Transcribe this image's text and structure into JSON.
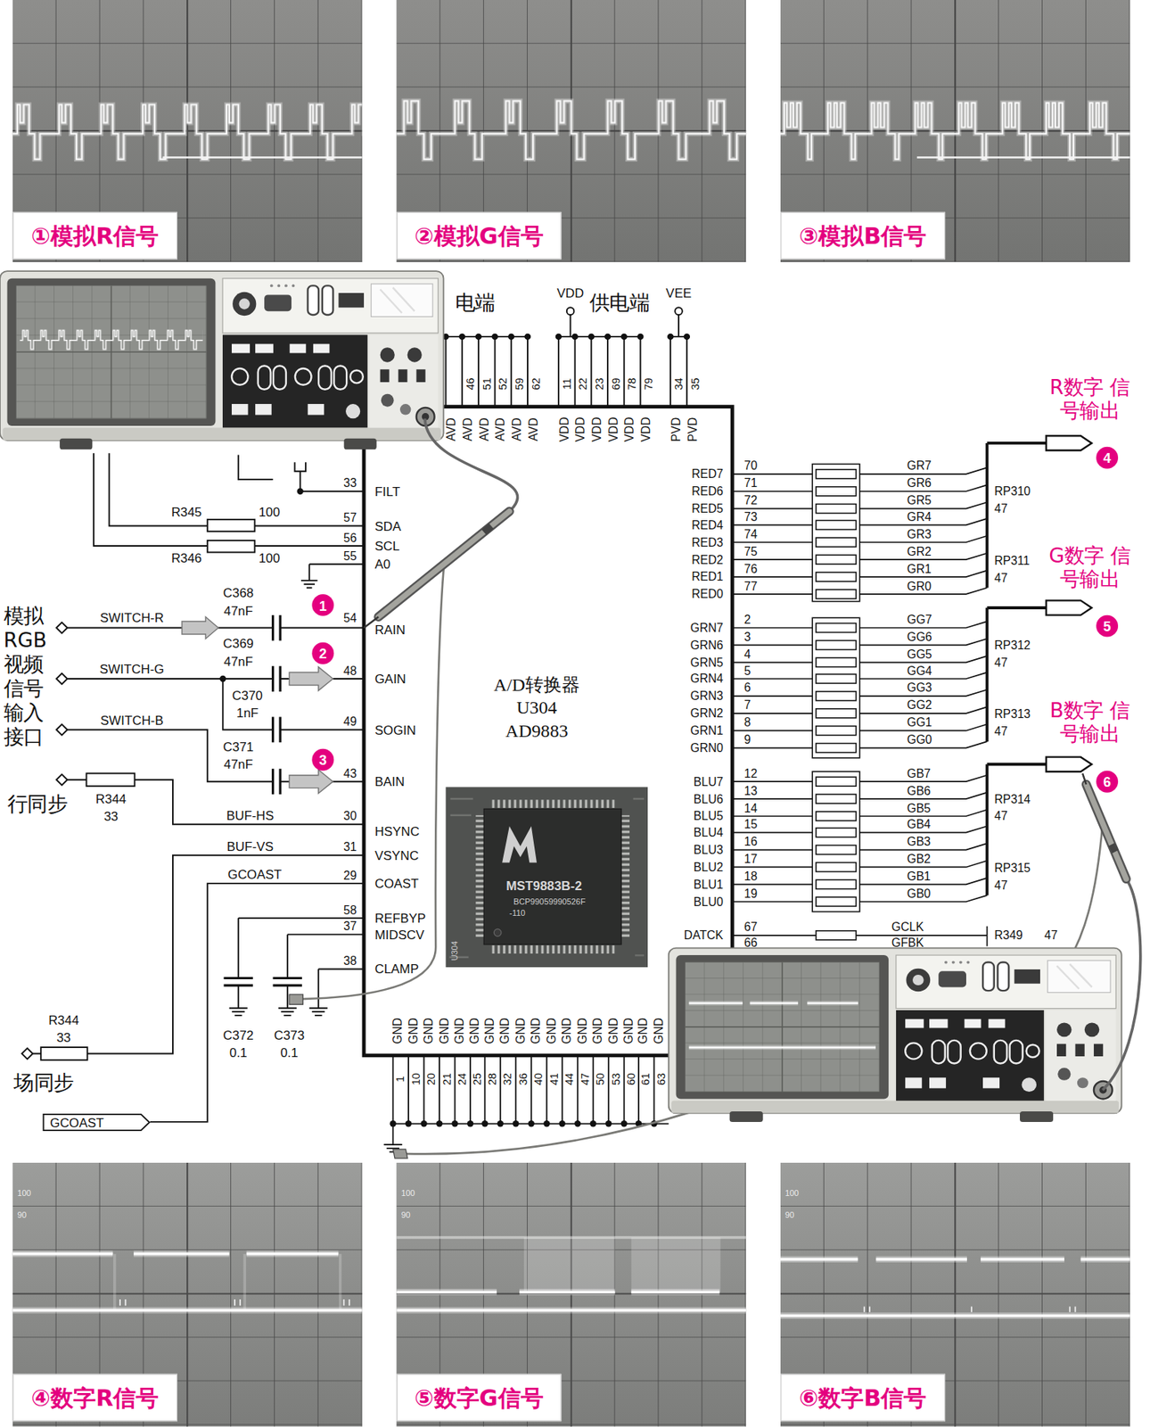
{
  "diagram": {
    "nodes": [
      {
        "text": [
          "①模拟R信号"
        ]
      },
      {
        "text": [
          "②模拟G信号"
        ]
      },
      {
        "text": [
          "③模拟B信号"
        ]
      },
      {
        "text": [
          "A/D转换器 U304 AD9883"
        ]
      },
      {
        "text": [
          "1"
        ]
      },
      {
        "text": [
          "2"
        ]
      },
      {
        "text": [
          "3"
        ]
      },
      {
        "text": [
          "4"
        ]
      },
      {
        "text": [
          "5"
        ]
      },
      {
        "text": [
          "6"
        ]
      },
      {
        "text": [
          "GCOAST"
        ]
      },
      {
        "text": [
          "④数字R信号"
        ]
      },
      {
        "text": [
          "⑤数字G信号"
        ]
      },
      {
        "text": [
          "⑥数字B信号"
        ]
      }
    ],
    "labels": [
      "电端",
      "46",
      "51",
      "52",
      "59",
      "62",
      "AVD",
      "AVD",
      "AVD",
      "AVD",
      "AVD",
      "AVD",
      "VDD",
      "供电端",
      "VEE",
      "11",
      "22",
      "23",
      "69",
      "78",
      "79",
      "VDD",
      "VDD",
      "VDD",
      "VDD",
      "VDD",
      "VDD",
      "34",
      "35",
      "PVD",
      "PVD",
      "33",
      "FILT",
      "57",
      "SDA",
      "56",
      "SCL",
      "55",
      "A0",
      "54",
      "RAIN",
      "48",
      "GAIN",
      "49",
      "SOGIN",
      "43",
      "BAIN",
      "30",
      "HSYNC",
      "31",
      "VSYNC",
      "29",
      "COAST",
      "58",
      "REFBYP",
      "37",
      "MIDSCV",
      "38",
      "CLAMP",
      "R345",
      "100",
      "R346",
      "100",
      "C368",
      "47nF",
      "SWITCH-R",
      "C369",
      "47nF",
      "SWITCH-G",
      "C370",
      "1nF",
      "SWITCH-B",
      "C371",
      "47nF",
      "R344",
      "33",
      "BUF-HS",
      "BUF-VS",
      "GCOAST",
      "R344",
      "33",
      "C372",
      "0.1",
      "C373",
      "0.1",
      "模拟 RGB 视频 信号 输入 接口",
      "行同步",
      "场同步",
      "MST9883B-2",
      "BCP99059990526F",
      "-110",
      "U304",
      "RED7",
      "RED6",
      "RED5",
      "RED4",
      "RED3",
      "RED2",
      "RED1",
      "RED0",
      "70",
      "71",
      "72",
      "73",
      "74",
      "75",
      "76",
      "77",
      "GR7",
      "GR6",
      "GR5",
      "GR4",
      "GR3",
      "GR2",
      "GR1",
      "GR0",
      "RP310",
      "47",
      "RP311",
      "47",
      "GRN7",
      "GRN6",
      "GRN5",
      "GRN4",
      "GRN3",
      "GRN2",
      "GRN1",
      "GRN0",
      "2",
      "3",
      "4",
      "5",
      "6",
      "7",
      "8",
      "9",
      "GG7",
      "GG6",
      "GG5",
      "GG4",
      "GG3",
      "GG2",
      "GG1",
      "GG0",
      "RP312",
      "47",
      "RP313",
      "47",
      "BLU7",
      "BLU6",
      "BLU5",
      "BLU4",
      "BLU3",
      "BLU2",
      "BLU1",
      "BLU0",
      "12",
      "13",
      "14",
      "15",
      "16",
      "17",
      "18",
      "19",
      "GB7",
      "GB6",
      "GB5",
      "GB4",
      "GB3",
      "GB2",
      "GB1",
      "GB0",
      "RP314",
      "47",
      "RP315",
      "47",
      "DATCK",
      "67",
      "GCLK",
      "R349",
      "47",
      "66",
      "GFBK",
      "R数字 信号输出",
      "G数字 信号输出",
      "B数字 信号输出",
      "1",
      "10",
      "20",
      "21",
      "24",
      "25",
      "28",
      "32",
      "36",
      "40",
      "41",
      "44",
      "47",
      "50",
      "53",
      "60",
      "61",
      "63",
      "GND",
      "GND",
      "GND",
      "GND",
      "GND",
      "GND",
      "GND",
      "GND",
      "GND",
      "GND",
      "GND",
      "GND",
      "GND",
      "GND",
      "GND",
      "GND",
      "GND",
      "GND",
      "100",
      "90",
      "100",
      "90",
      "100",
      "90"
    ]
  }
}
